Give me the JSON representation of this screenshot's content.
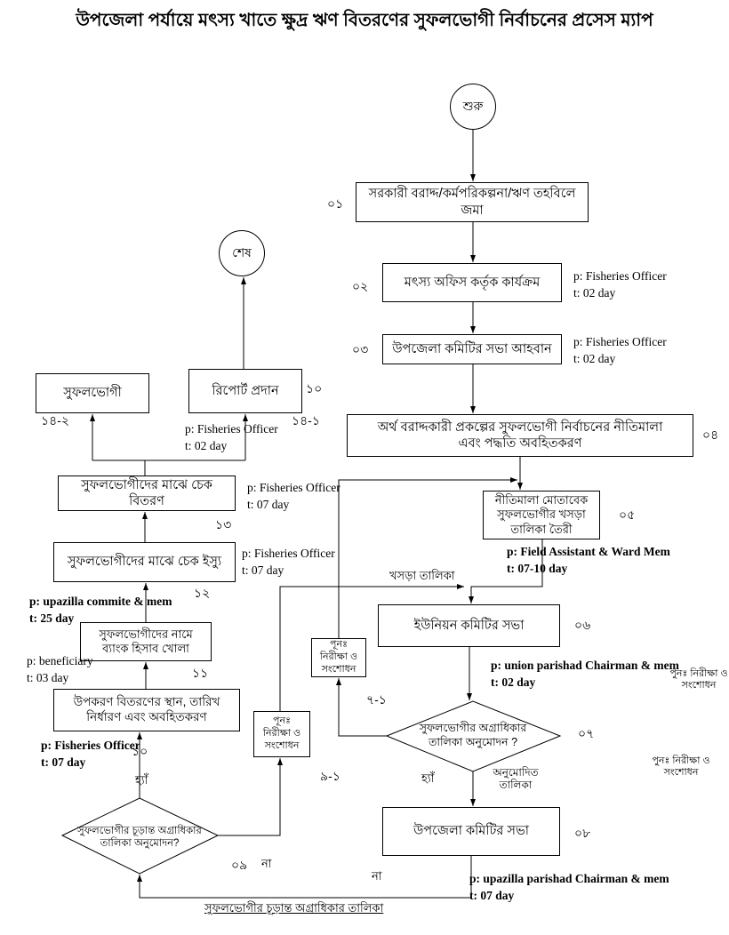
{
  "title": "উপজেলা পর্যায়ে মৎস্য খাতে ক্ষুদ্র ঋণ বিতরণের সুফলভোগী নির্বাচনের প্রসেস ম্যাপ",
  "terminals": {
    "start": "শুরু",
    "end": "শেষ"
  },
  "steps": {
    "s01": {
      "num": "০১",
      "label": "সরকারী বরাদ্দ/কর্মপরিকল্পনা/ঋণ তহবিলে জমা"
    },
    "s02": {
      "num": "০২",
      "label": "মৎস্য অফিস কর্তৃক কার্যক্রম",
      "p": "p: Fisheries Officer",
      "t": "t: 02 day"
    },
    "s03": {
      "num": "০৩",
      "label": "উপজেলা কমিটির সভা আহবান",
      "p": "p: Fisheries Officer",
      "t": "t: 02 day"
    },
    "s04": {
      "num": "০৪",
      "label": "অর্থ বরাদ্দকারী প্রকল্পের সুফলভোগী নির্বাচনের নীতিমালা এবং পদ্ধতি অবহিতকরণ"
    },
    "s05": {
      "num": "০৫",
      "label": "নীতিমালা মোতাবেক সুফলভোগীর খসড়া তালিকা তৈরী",
      "p": "p: Field Assistant & Ward Mem",
      "t": "t: 07-10 day"
    },
    "s06": {
      "num": "০৬",
      "label": "ইউনিয়ন কমিটির সভা",
      "p": "p: union parishad Chairman & mem",
      "t": "t: 02 day"
    },
    "s08": {
      "num": "০৮",
      "label": "উপজেলা কমিটির সভা",
      "p": "p: upazilla parishad Chairman & mem",
      "t": "t: 07 day"
    },
    "s10": {
      "num": "১০",
      "label": "উপকরণ বিতরণের স্থান, তারিখ নির্ধারণ এবং অবহিতকরণ",
      "p": "p: Fisheries Officer",
      "t": "t: 07 day"
    },
    "s11": {
      "num": "১১",
      "label": "সুফলভোগীদের নামে ব্যাংক হিসাব খোলা",
      "p": "p: beneficiary",
      "t": "t: 03 day"
    },
    "s12": {
      "num": "১২",
      "label": "সুফলভোগীদের মাঝে চেক ইস্যু",
      "p": "p: Fisheries Officer",
      "t": "t: 07 day",
      "p2": "p: upazilla commite & mem",
      "t2": "t: 25 day"
    },
    "s13": {
      "num": "১৩",
      "label": "সুফলভোগীদের মাঝে চেক বিতরণ",
      "p": "p: Fisheries Officer",
      "t": "t: 07 day"
    },
    "s14_1": {
      "num": "১০",
      "sub": "১৪-১",
      "label": "রিপোর্ট প্রদান",
      "p": "p: Fisheries Officer",
      "t": "t: 02 day"
    },
    "s14_2": {
      "sub": "১৪-২",
      "label": "সুফলভোগী"
    }
  },
  "decisions": {
    "d07": {
      "num": "০৭",
      "label": "সুফলভোগীর অগ্রাধিকার তালিকা অনুমোদন ?",
      "yes": "হ্যাঁ",
      "yes_note": "অনুমোদিত তালিকা"
    },
    "d09": {
      "num": "০৯",
      "label": "সুফলভোগীর চূড়ান্ত অগ্রাধিকার তালিকা অনুমোদন?",
      "yes": "হ্যাঁ",
      "no": "না"
    }
  },
  "reviews": {
    "r71": {
      "num": "৭-১",
      "label": "পূনঃ নিরীক্ষা ও সংশোধন"
    },
    "r91": {
      "num": "৯-১",
      "label": "পূনঃ নিরীক্ষা ও সংশোধন"
    }
  },
  "flow_labels": {
    "draft_list": "খসড়া তালিকা",
    "no_bottom": "না",
    "recheck_1": "পুনঃ নিরীক্ষা ও সংশোধন",
    "recheck_2": "পুনঃ নিরীক্ষা ও সংশোধন",
    "final_list": "সুফলভোগীর চূড়ান্ত অগ্রাধিকার তালিকা"
  }
}
